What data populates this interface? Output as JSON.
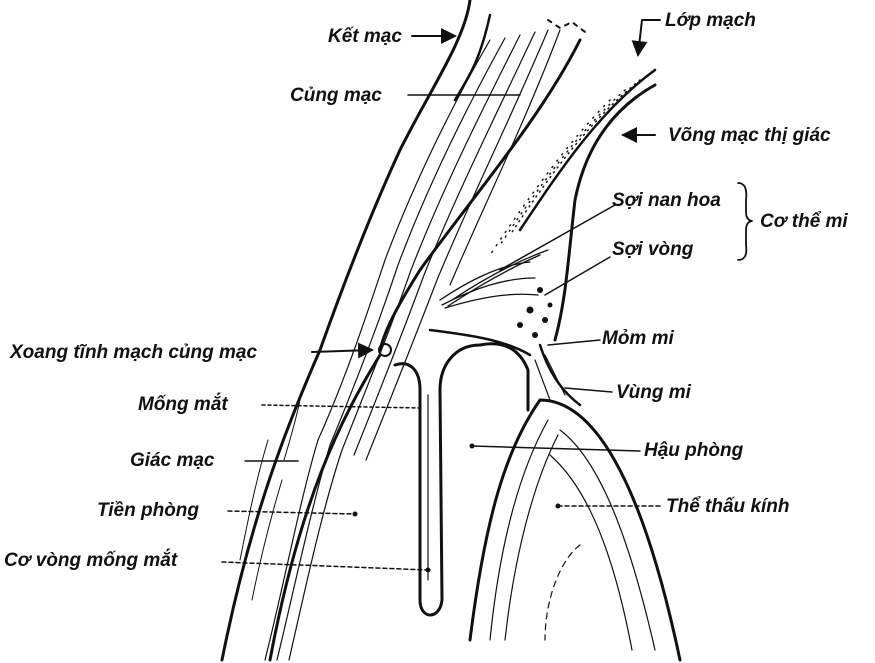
{
  "diagram": {
    "colors": {
      "ink": "#111111",
      "paper": "#ffffff"
    },
    "labels": {
      "ket_mac": "Kết mạc",
      "cung_mac": "Củng mạc",
      "lop_mach": "Lớp mạch",
      "vong_mac_thi_giac": "Võng mạc thị giác",
      "soi_nan_hoa": "Sợi nan hoa",
      "soi_vong": "Sợi vòng",
      "co_the_mi": "Cơ thể mi",
      "mom_mi": "Mỏm mi",
      "xoang_tinh_mach": "Xoang tĩnh mạch củng mạc",
      "mong_mat": "Mống mắt",
      "vung_mi": "Vùng mi",
      "giac_mac": "Giác mạc",
      "hau_phong": "Hậu phòng",
      "tien_phong": "Tiền phòng",
      "the_thau_kinh": "Thể thấu kính",
      "co_vong_mong_mat": "Cơ vòng mống mắt"
    }
  }
}
